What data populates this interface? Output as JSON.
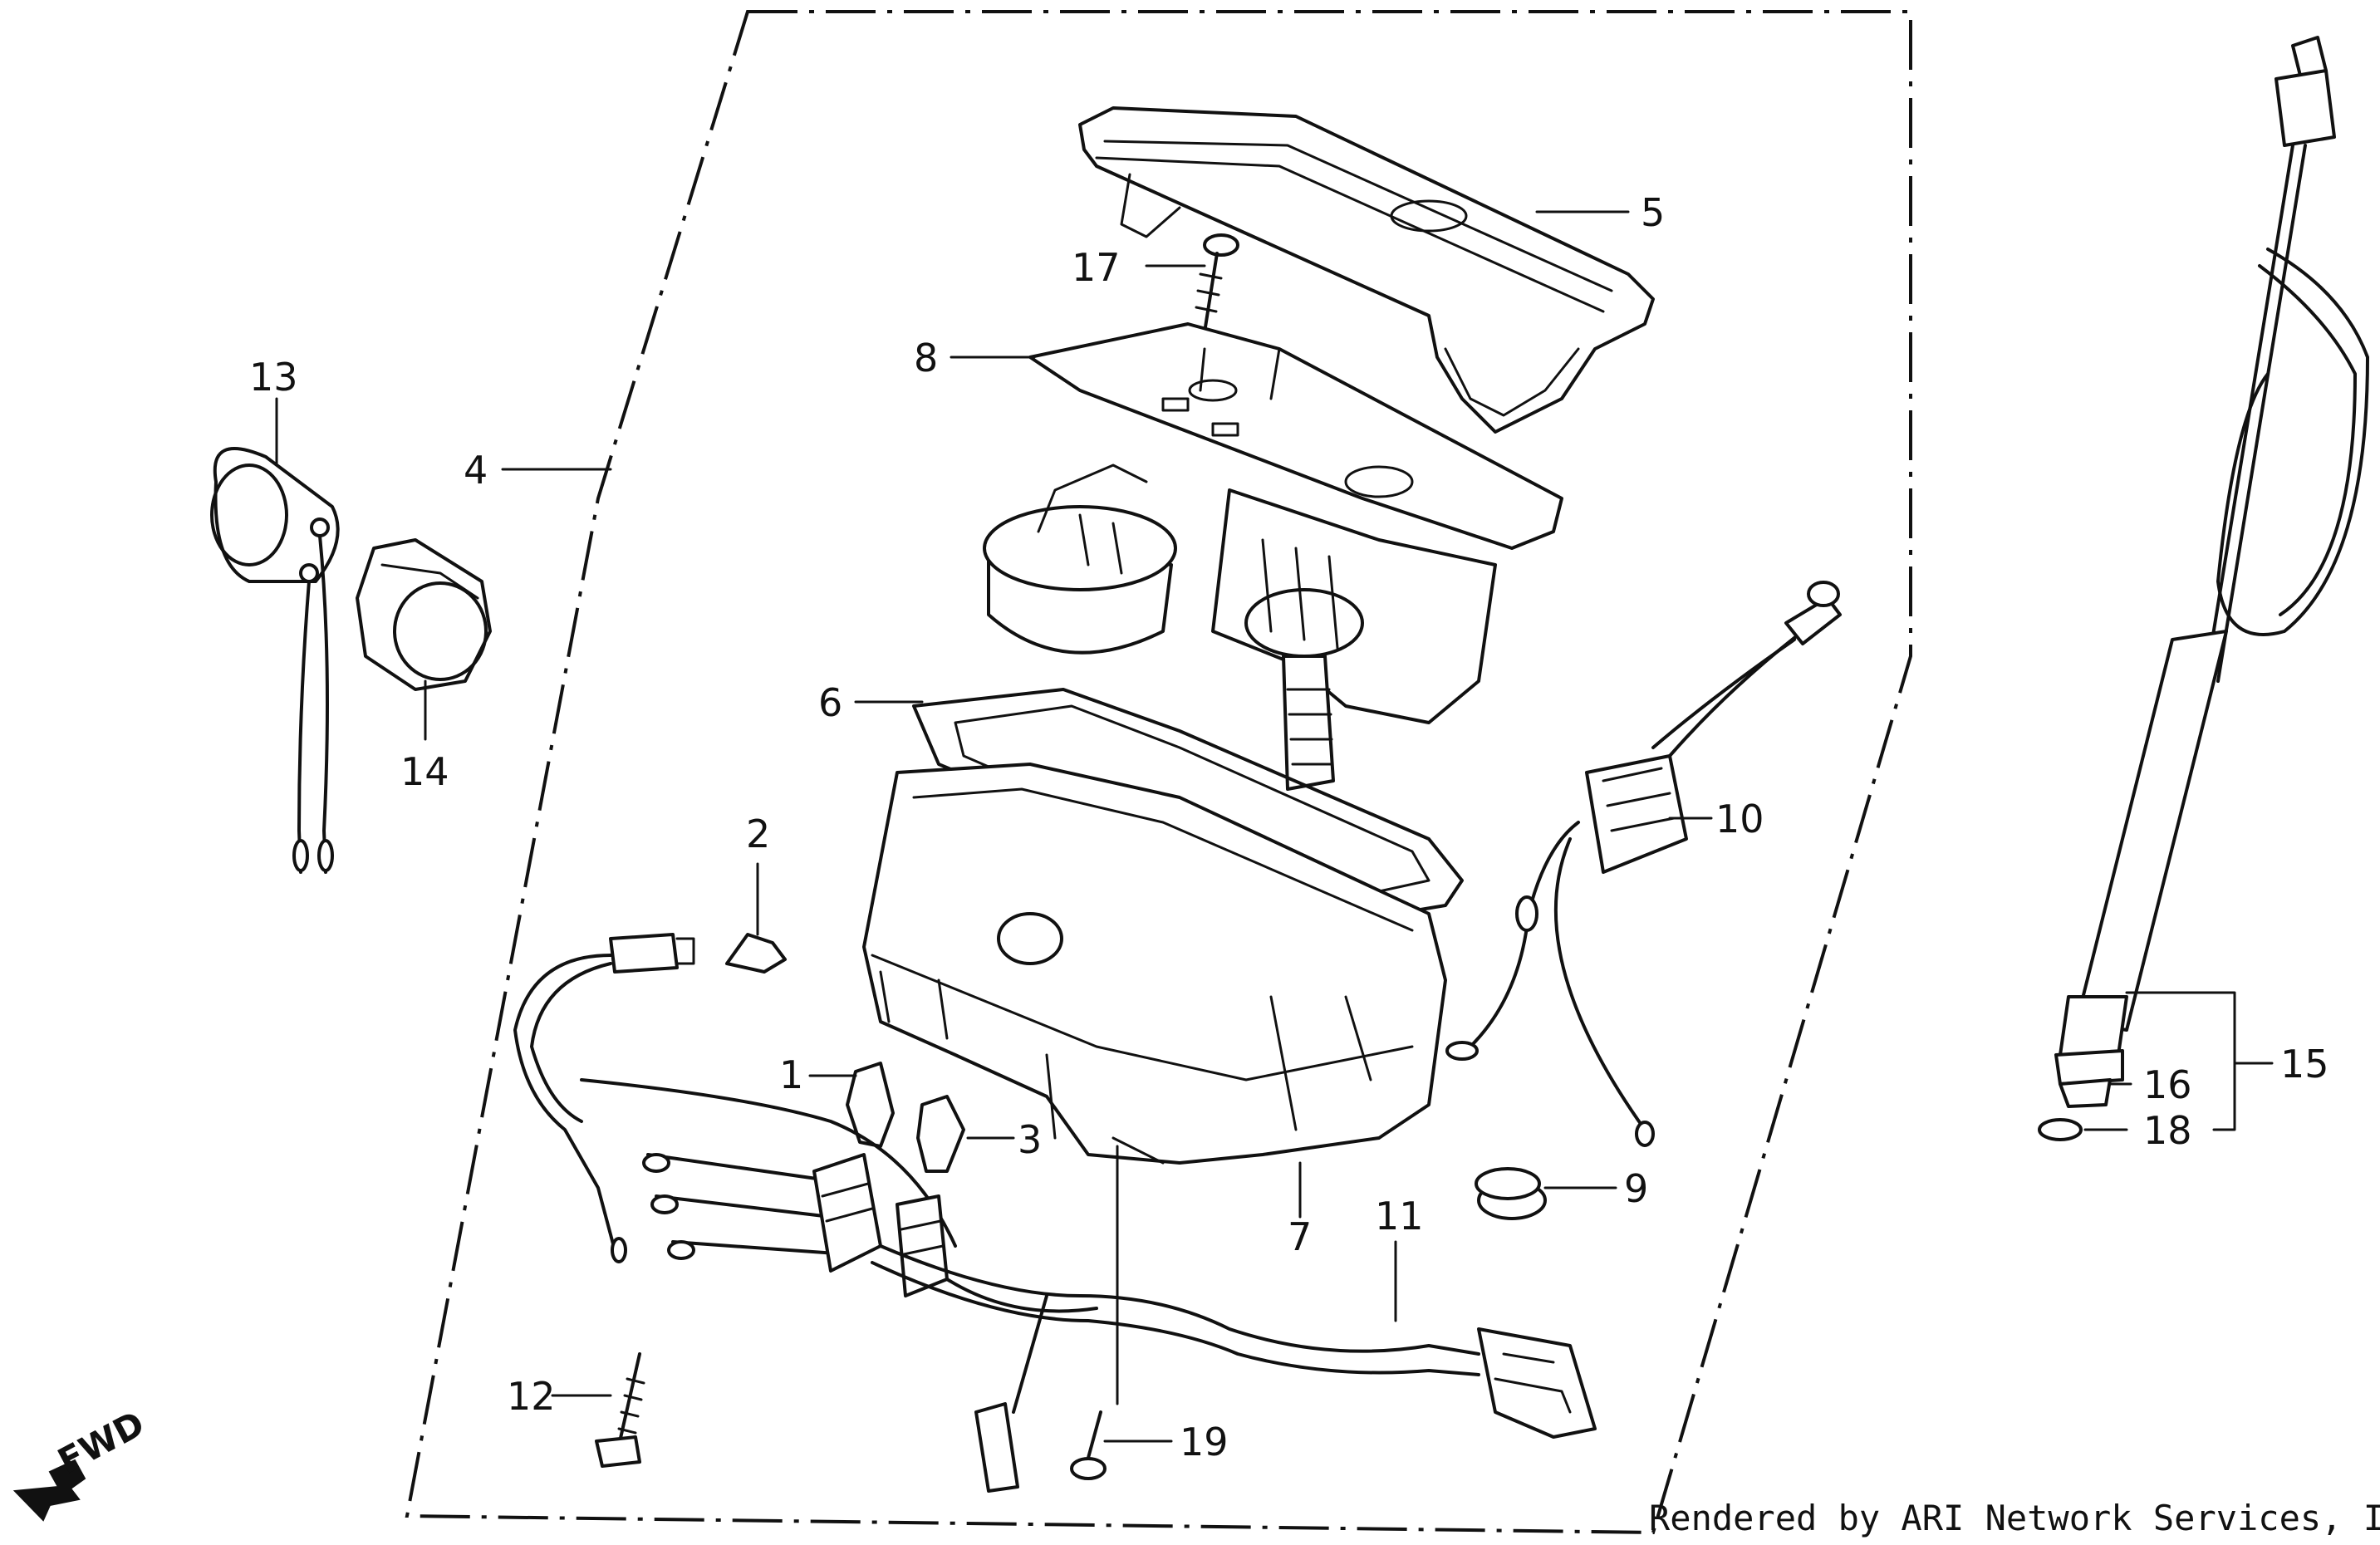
{
  "diagram": {
    "callouts": [
      {
        "id": "1",
        "label": "1"
      },
      {
        "id": "2",
        "label": "2"
      },
      {
        "id": "3",
        "label": "3"
      },
      {
        "id": "4",
        "label": "4"
      },
      {
        "id": "5",
        "label": "5"
      },
      {
        "id": "6",
        "label": "6"
      },
      {
        "id": "7",
        "label": "7"
      },
      {
        "id": "8",
        "label": "8"
      },
      {
        "id": "9",
        "label": "9"
      },
      {
        "id": "10",
        "label": "10"
      },
      {
        "id": "11",
        "label": "11"
      },
      {
        "id": "12",
        "label": "12"
      },
      {
        "id": "13",
        "label": "13"
      },
      {
        "id": "14",
        "label": "14"
      },
      {
        "id": "15",
        "label": "15"
      },
      {
        "id": "16",
        "label": "16"
      },
      {
        "id": "17",
        "label": "17"
      },
      {
        "id": "18",
        "label": "18"
      },
      {
        "id": "19",
        "label": "19"
      }
    ],
    "direction_label": "FWD",
    "credit": "Rendered by ARI Network Services, Inc."
  }
}
